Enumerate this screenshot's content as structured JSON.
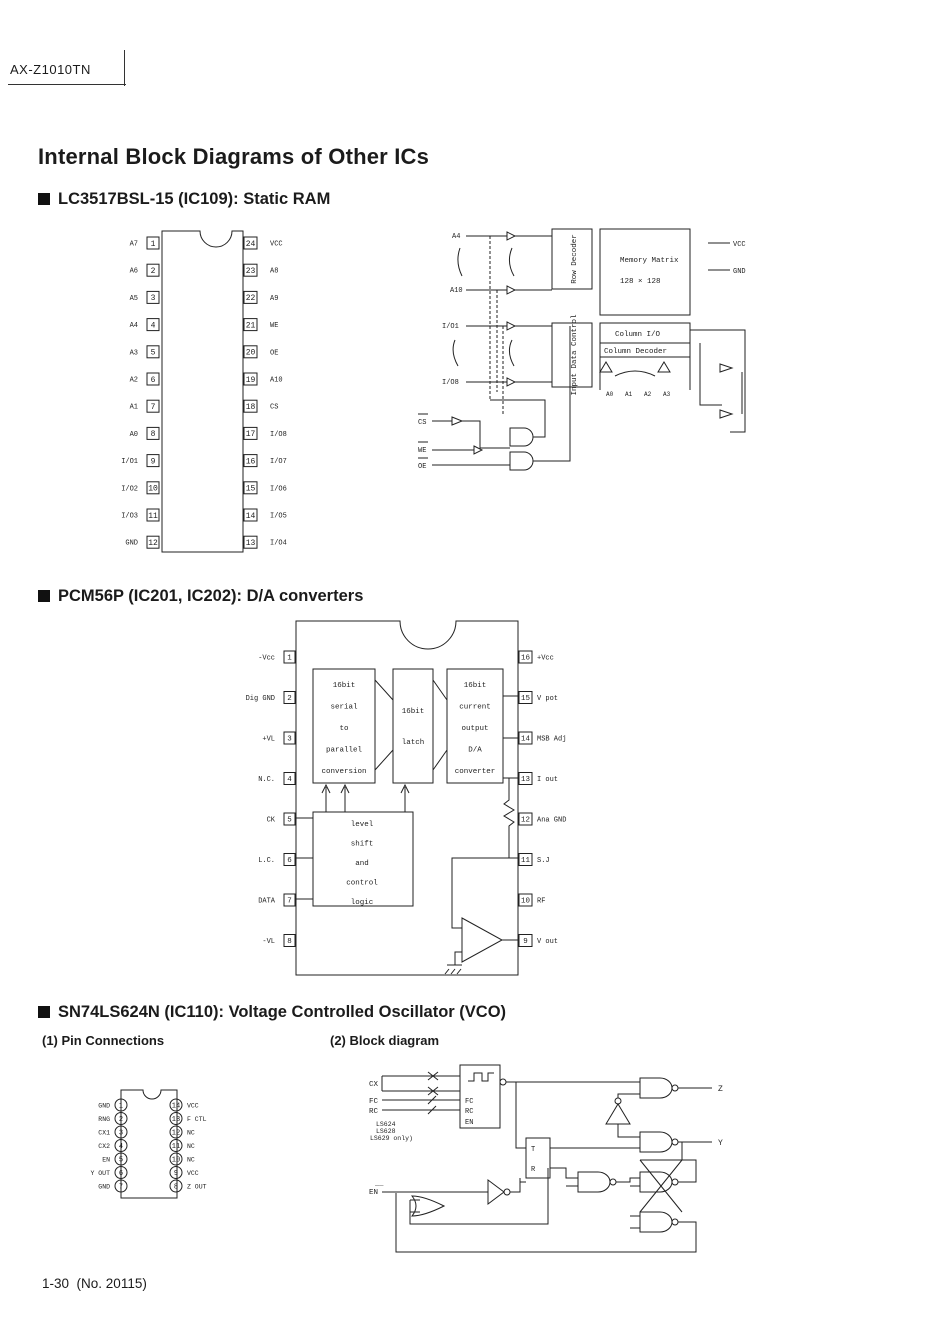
{
  "header": {
    "model": "AX-Z1010TN"
  },
  "page_title": "Internal Block Diagrams of Other ICs",
  "sections": {
    "ram": {
      "heading": "LC3517BSL-15 (IC109): Static RAM",
      "left_pins": [
        {
          "label": "A7",
          "num": "1"
        },
        {
          "label": "A6",
          "num": "2"
        },
        {
          "label": "A5",
          "num": "3"
        },
        {
          "label": "A4",
          "num": "4"
        },
        {
          "label": "A3",
          "num": "5"
        },
        {
          "label": "A2",
          "num": "6"
        },
        {
          "label": "A1",
          "num": "7"
        },
        {
          "label": "A0",
          "num": "8"
        },
        {
          "label": "I/O1",
          "num": "9"
        },
        {
          "label": "I/O2",
          "num": "10"
        },
        {
          "label": "I/O3",
          "num": "11"
        },
        {
          "label": "GND",
          "num": "12"
        }
      ],
      "right_pins": [
        {
          "label": "VCC",
          "num": "24"
        },
        {
          "label": "A8",
          "num": "23"
        },
        {
          "label": "A9",
          "num": "22"
        },
        {
          "label": "WE",
          "num": "21"
        },
        {
          "label": "OE",
          "num": "20"
        },
        {
          "label": "A10",
          "num": "19"
        },
        {
          "label": "CS",
          "num": "18"
        },
        {
          "label": "I/O8",
          "num": "17"
        },
        {
          "label": "I/O7",
          "num": "16"
        },
        {
          "label": "I/O6",
          "num": "15"
        },
        {
          "label": "I/O5",
          "num": "14"
        },
        {
          "label": "I/O4",
          "num": "13"
        }
      ],
      "block": {
        "row_decoder": "Row Decoder",
        "memory_matrix": "Memory Matrix",
        "matrix_size": "128 × 128",
        "input_data_control": "Input Data Control",
        "column_io": "Column I/O",
        "column_decoder": "Column Decoder",
        "vcc": "VCC",
        "gnd": "GND",
        "a_top": "A4",
        "a_bottom": "A10",
        "io_top": "I/O1",
        "io_bottom": "I/O8",
        "cs": "CS",
        "we": "WE",
        "oe": "OE",
        "col_addr": [
          "A0",
          "A1",
          "A2",
          "A3"
        ]
      }
    },
    "dac": {
      "heading": "PCM56P (IC201, IC202): D/A converters",
      "left_pins": [
        {
          "label": "-Vcc",
          "num": "1"
        },
        {
          "label": "Dig GND",
          "num": "2"
        },
        {
          "label": "+VL",
          "num": "3"
        },
        {
          "label": "N.C.",
          "num": "4"
        },
        {
          "label": "CK",
          "num": "5"
        },
        {
          "label": "L.C.",
          "num": "6"
        },
        {
          "label": "DATA",
          "num": "7"
        },
        {
          "label": "-VL",
          "num": "8"
        }
      ],
      "right_pins": [
        {
          "label": "+Vcc",
          "num": "16"
        },
        {
          "label": "V pot",
          "num": "15"
        },
        {
          "label": "MSB Adj",
          "num": "14"
        },
        {
          "label": "I out",
          "num": "13"
        },
        {
          "label": "Ana GND",
          "num": "12"
        },
        {
          "label": "S.J",
          "num": "11"
        },
        {
          "label": "RF",
          "num": "10"
        },
        {
          "label": "V out",
          "num": "9"
        }
      ],
      "blocks": {
        "converter": [
          "16bit",
          "serial",
          "to",
          "parallel",
          "conversion"
        ],
        "latch": [
          "16bit",
          "latch"
        ],
        "dac": [
          "16bit",
          "current",
          "output",
          "D/A",
          "converter"
        ],
        "level": [
          "level",
          "shift",
          "and",
          "control",
          "logic"
        ]
      }
    },
    "vco": {
      "heading": "SN74LS624N (IC110): Voltage Controlled Oscillator (VCO)",
      "sub1": "(1) Pin Connections",
      "sub2": "(2) Block diagram",
      "left_pins": [
        {
          "label": "GND",
          "num": "1"
        },
        {
          "label": "RNG",
          "num": "2"
        },
        {
          "label": "CX1",
          "num": "3"
        },
        {
          "label": "CX2",
          "num": "4"
        },
        {
          "label": "EN",
          "num": "5"
        },
        {
          "label": "Y OUT",
          "num": "6"
        },
        {
          "label": "GND",
          "num": "7"
        }
      ],
      "right_pins": [
        {
          "label": "VCC",
          "num": "14"
        },
        {
          "label": "F CTL",
          "num": "13"
        },
        {
          "label": "NC",
          "num": "12"
        },
        {
          "label": "NC",
          "num": "11"
        },
        {
          "label": "NC",
          "num": "10"
        },
        {
          "label": "VCC",
          "num": "9"
        },
        {
          "label": "Z OUT",
          "num": "8"
        }
      ],
      "block": {
        "cx": "CX",
        "fc": "FC",
        "rc": "RC",
        "en": "EN",
        "osc_fc": "FC",
        "osc_rc": "RC",
        "osc_en": "EN",
        "note": [
          "LS624",
          "LS628",
          "LS629 only)"
        ],
        "z": "Z",
        "y": "Y",
        "ff_t": "T",
        "ff_r": "R"
      }
    }
  },
  "footer": {
    "page": "1-30",
    "doc": "(No. 20115)"
  }
}
